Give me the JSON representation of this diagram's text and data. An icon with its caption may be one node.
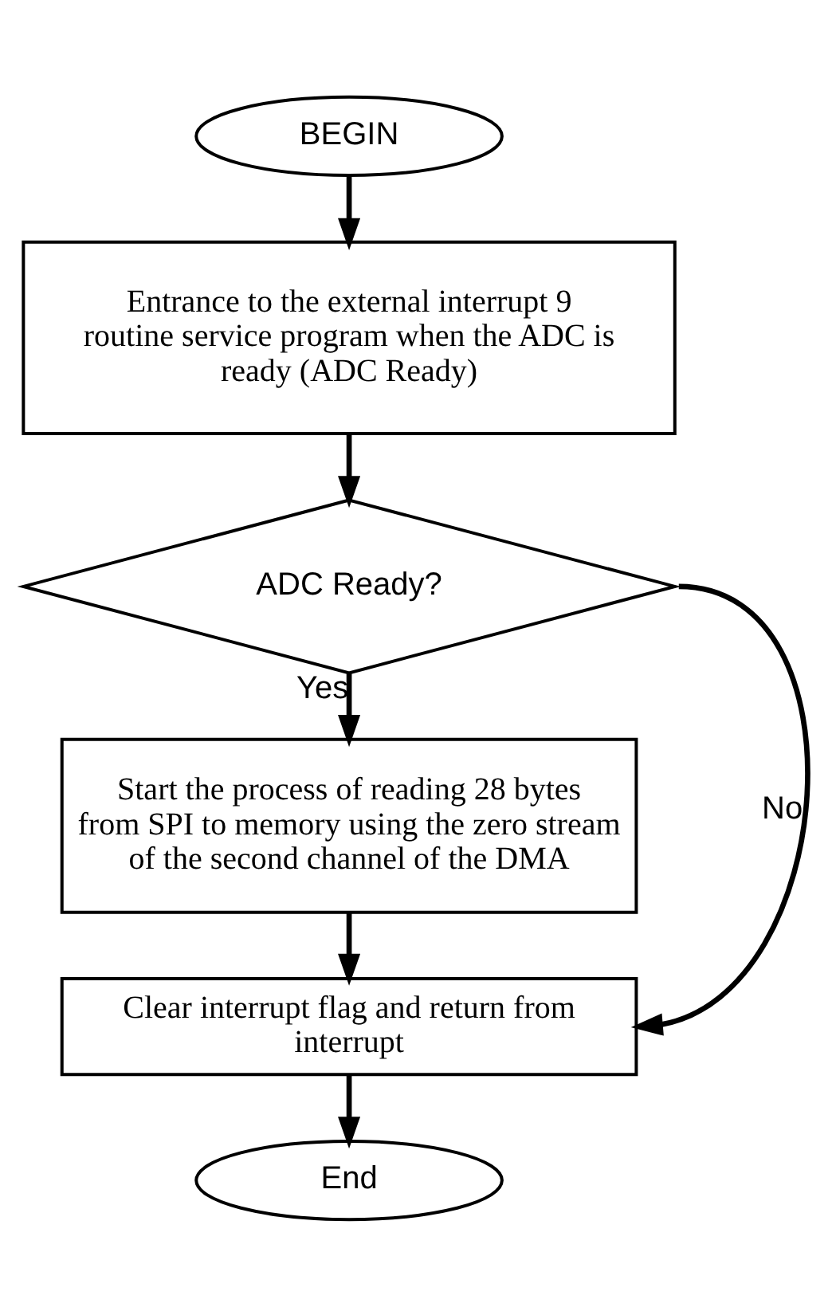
{
  "diagram": {
    "nodes": [
      {
        "text": [
          "BEGIN"
        ]
      },
      {
        "text": [
          "Entrance to the external interrupt 9 routine service program when the ADC is ready (ADC Ready)"
        ]
      },
      {
        "text": [
          "ADC Ready?"
        ]
      },
      {
        "text": [
          "Start the process of reading 28 bytes from SPI to memory using the zero stream of the second channel of the DMA"
        ]
      },
      {
        "text": [
          "Clear interrupt flag and return from interrupt"
        ]
      },
      {
        "text": [
          "End"
        ]
      }
    ],
    "edges": [
      {
        "from": 0,
        "to": 1,
        "arrow": "to"
      },
      {
        "from": 1,
        "to": 2,
        "arrow": "to"
      },
      {
        "from": 2,
        "to": 3,
        "arrow": "to",
        "label": "Yes"
      },
      {
        "from": 2,
        "to": 4,
        "arrow": "to",
        "label": "No"
      },
      {
        "from": 3,
        "to": 4,
        "arrow": "to"
      },
      {
        "from": 4,
        "to": 5,
        "arrow": "to"
      }
    ]
  }
}
